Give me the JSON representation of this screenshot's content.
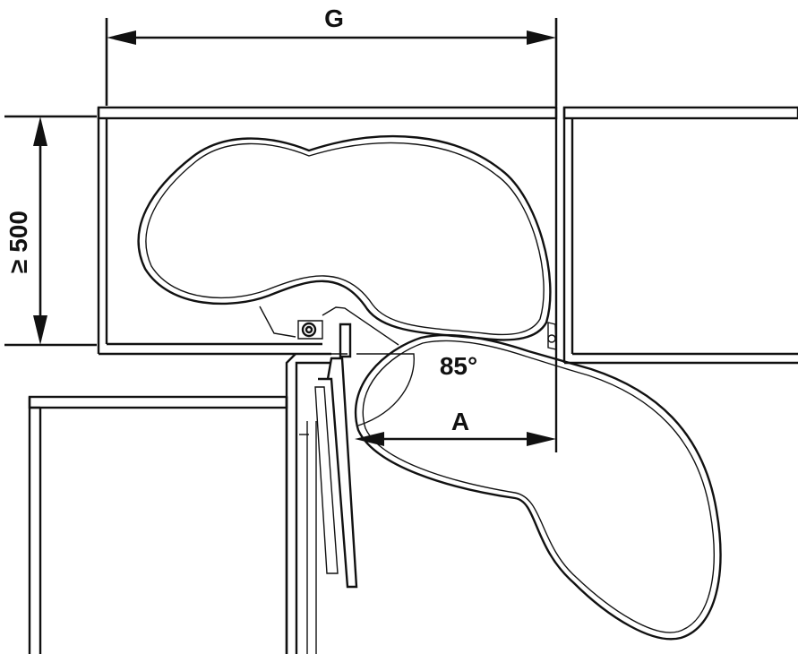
{
  "dimensions": {
    "width_label": "G",
    "depth_label": "≥ 500",
    "angle_label": "85°",
    "offset_label": "A"
  },
  "colors": {
    "line": "#111111",
    "background": "#ffffff"
  }
}
